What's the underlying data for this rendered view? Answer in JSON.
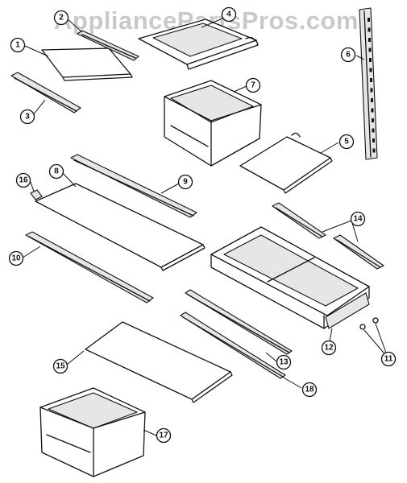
{
  "watermark": "AppliancePartsPros.com",
  "callouts": [
    {
      "key": "c1",
      "label": "1"
    },
    {
      "key": "c2",
      "label": "2"
    },
    {
      "key": "c3",
      "label": "3"
    },
    {
      "key": "c4",
      "label": "4"
    },
    {
      "key": "c5",
      "label": "5"
    },
    {
      "key": "c6",
      "label": "6"
    },
    {
      "key": "c7",
      "label": "7"
    },
    {
      "key": "c8",
      "label": "8"
    },
    {
      "key": "c9",
      "label": "9"
    },
    {
      "key": "c10",
      "label": "10"
    },
    {
      "key": "c11",
      "label": "11"
    },
    {
      "key": "c12",
      "label": "12"
    },
    {
      "key": "c13",
      "label": "13"
    },
    {
      "key": "c14",
      "label": "14"
    },
    {
      "key": "c15",
      "label": "15"
    },
    {
      "key": "c16",
      "label": "16"
    },
    {
      "key": "c17",
      "label": "17"
    },
    {
      "key": "c18",
      "label": "18"
    }
  ]
}
